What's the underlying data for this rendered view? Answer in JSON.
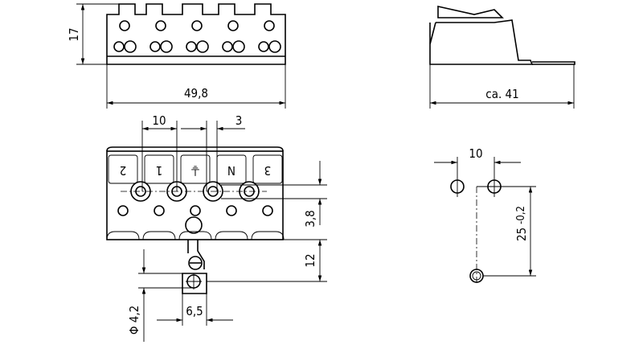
{
  "top_view": {
    "height_dim": "17",
    "width_dim": "49,8"
  },
  "side_view": {
    "length_dim": "ca. 41"
  },
  "front_view": {
    "pitch_dim": "10",
    "offset_dim": "3",
    "screw_row_dim": "3,8",
    "lug_dim": "12",
    "hole_diameter_dim": "Φ 4,2",
    "lug_width_dim": "6,5",
    "terminal_labels": [
      "2",
      "1",
      "⏚",
      "N",
      "3"
    ]
  },
  "hole_pattern": {
    "pitch_dim": "10",
    "spacing_dim": "25",
    "tolerance": "-0,2"
  }
}
